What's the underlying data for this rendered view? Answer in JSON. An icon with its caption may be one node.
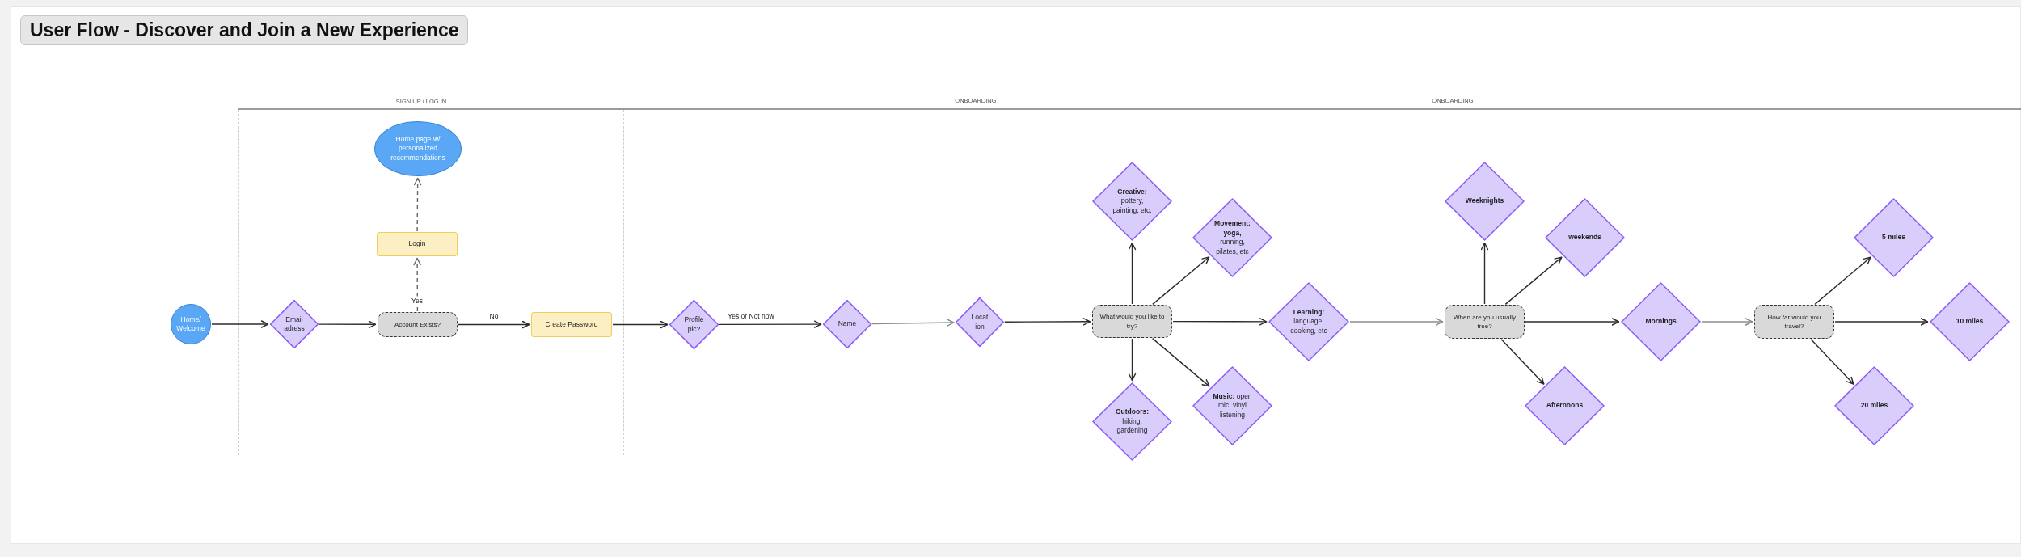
{
  "diagram": {
    "title": "User Flow - Discover and Join a New Experience",
    "nodes": [
      {
        "text": [
          "Home/ Welcome"
        ]
      },
      {
        "text": [
          "Email adress"
        ]
      },
      {
        "text": [
          "Account Exists?"
        ]
      },
      {
        "text": [
          "Login"
        ]
      },
      {
        "text": [
          "Home page w/ personalized recommendations"
        ]
      },
      {
        "text": [
          "Create Password"
        ]
      },
      {
        "text": [
          "Profile pic?"
        ]
      },
      {
        "text": [
          "Name"
        ]
      },
      {
        "text": [
          "Location"
        ]
      },
      {
        "text": [
          "What would you like to try?"
        ]
      },
      {
        "text": [
          "**Creative:** pottery, painting, etc."
        ]
      },
      {
        "text": [
          "**Movement: yoga,** running, pilates, etc"
        ]
      },
      {
        "text": [
          "**Learning:** language, cooking, etc"
        ]
      },
      {
        "text": [
          "**Outdoors:** hiking, gardening"
        ]
      },
      {
        "text": [
          "**Music:** open mic, vinyl listening"
        ]
      },
      {
        "text": [
          "When are you usually free?"
        ]
      },
      {
        "text": [
          "Weeknights"
        ]
      },
      {
        "text": [
          "weekends"
        ]
      },
      {
        "text": [
          "Mornings"
        ]
      },
      {
        "text": [
          "Afternoons"
        ]
      },
      {
        "text": [
          "How far would you travel?"
        ]
      },
      {
        "text": [
          "5 miles"
        ]
      },
      {
        "text": [
          "10 miles"
        ]
      },
      {
        "text": [
          "20 miles"
        ]
      }
    ],
    "edges": [
      {
        "from": 0,
        "to": 1,
        "arrow": "to"
      },
      {
        "from": 1,
        "to": 2,
        "arrow": "to"
      },
      {
        "from": 2,
        "to": 3,
        "arrow": "to",
        "label": "Yes",
        "style": "dashed",
        "color": "#666666"
      },
      {
        "from": 3,
        "to": 4,
        "arrow": "to",
        "style": "dashed",
        "color": "#666666"
      },
      {
        "from": 2,
        "to": 5,
        "arrow": "to",
        "label": "No"
      },
      {
        "from": 5,
        "to": 6,
        "arrow": "to"
      },
      {
        "from": 6,
        "to": 7,
        "arrow": "to",
        "label": "Yes or Not now"
      },
      {
        "from": 7,
        "to": 8,
        "arrow": "to",
        "color": "#8c8c8c"
      },
      {
        "from": 8,
        "to": 9,
        "arrow": "to"
      },
      {
        "from": 9,
        "to": 10,
        "arrow": "to"
      },
      {
        "from": 9,
        "to": 11,
        "arrow": "to"
      },
      {
        "from": 9,
        "to": 12,
        "arrow": "to"
      },
      {
        "from": 9,
        "to": 13,
        "arrow": "to"
      },
      {
        "from": 9,
        "to": 14,
        "arrow": "to"
      },
      {
        "from": 12,
        "to": 15,
        "arrow": "to",
        "color": "#8c8c8c"
      },
      {
        "from": 15,
        "to": 16,
        "arrow": "to"
      },
      {
        "from": 15,
        "to": 17,
        "arrow": "to"
      },
      {
        "from": 15,
        "to": 18,
        "arrow": "to"
      },
      {
        "from": 15,
        "to": 19,
        "arrow": "to"
      },
      {
        "from": 18,
        "to": 20,
        "arrow": "to",
        "color": "#8c8c8c"
      },
      {
        "from": 20,
        "to": 21,
        "arrow": "to"
      },
      {
        "from": 20,
        "to": 22,
        "arrow": "to"
      },
      {
        "from": 20,
        "to": 23,
        "arrow": "to"
      }
    ],
    "labels": [
      "SIGN UP / LOG IN",
      "ONBOARDING",
      "ONBOARDING"
    ]
  }
}
